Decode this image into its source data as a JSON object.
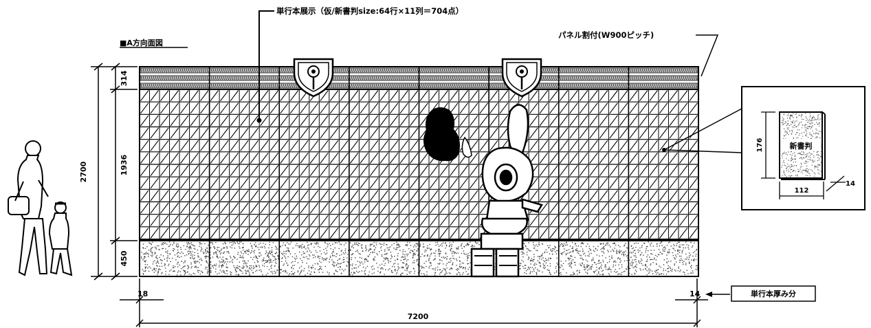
{
  "title": "■A方向面図",
  "callouts": {
    "book_display": "単行本展示（仮/新書判size:64行×11列＝704点）",
    "panel_pitch": "パネル割付(W900ピッチ)",
    "book_thickness": "単行本厚み分"
  },
  "dimensions": {
    "total_height": "2700",
    "top_band": "314",
    "display_height": "1936",
    "base_height": "450",
    "total_width": "7200",
    "left_offset": "18",
    "right_offset": "14"
  },
  "detail": {
    "book_label": "新書判",
    "book_height": "176",
    "book_width": "112",
    "book_depth": "14"
  },
  "grid": {
    "rows": 12,
    "cols": 56,
    "panels": 8
  }
}
